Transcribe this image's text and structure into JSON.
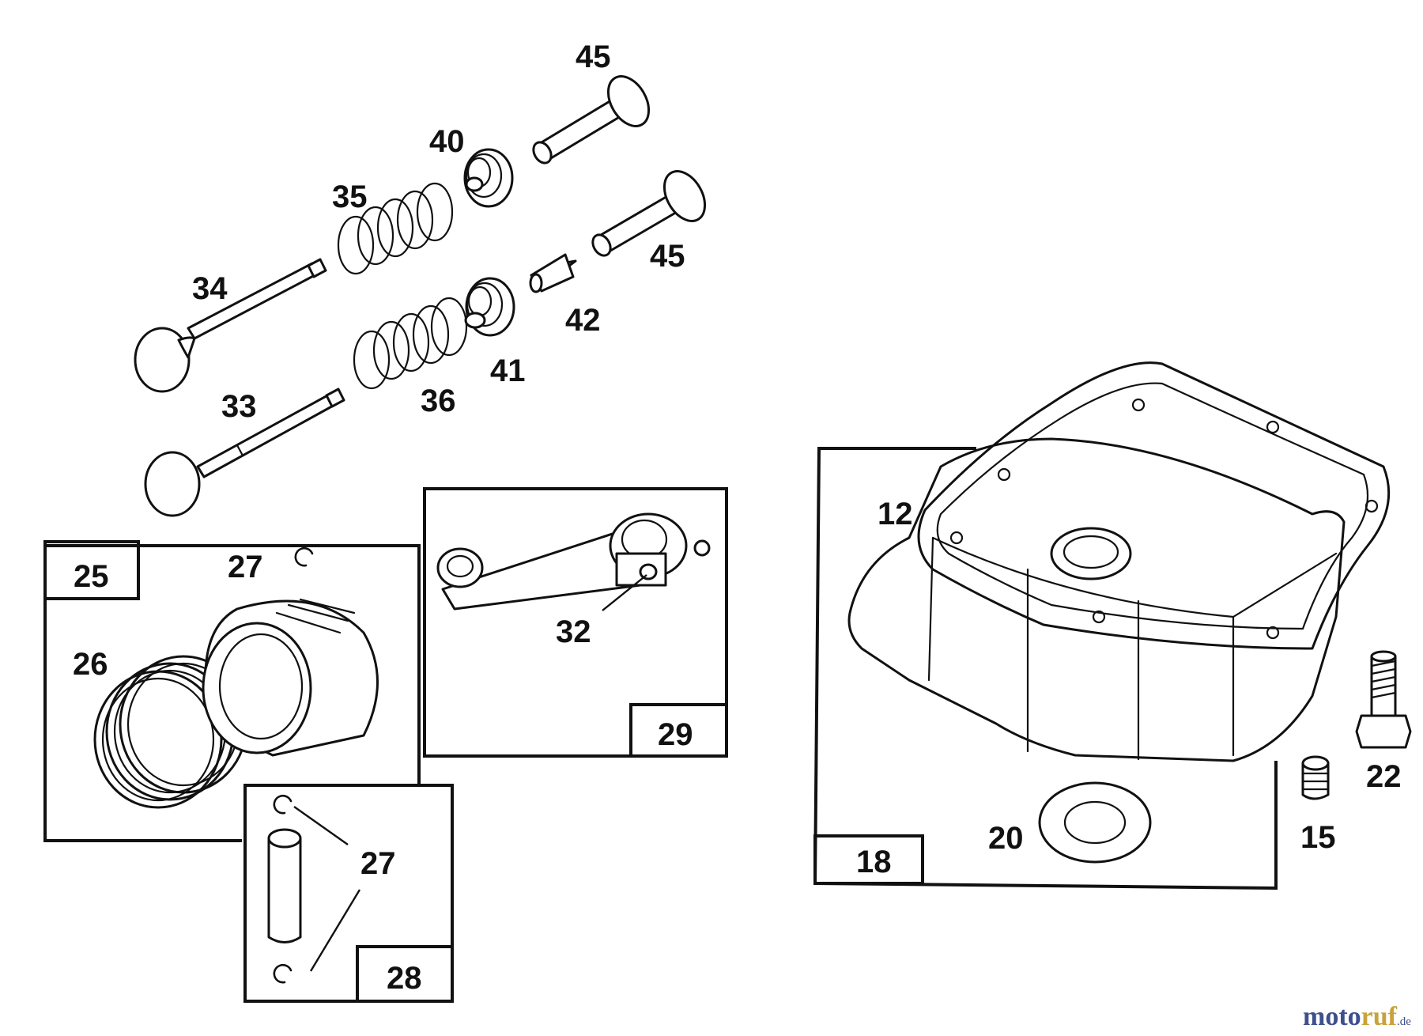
{
  "labels": {
    "l45a": "45",
    "l40": "40",
    "l35": "35",
    "l45b": "45",
    "l34": "34",
    "l42": "42",
    "l41": "41",
    "l36": "36",
    "l33": "33",
    "l25": "25",
    "l27a": "27",
    "l26": "26",
    "l32": "32",
    "l29": "29",
    "l27b": "27",
    "l28": "28",
    "l12": "12",
    "l18": "18",
    "l20": "20",
    "l22": "22",
    "l15": "15"
  },
  "watermark": {
    "part1": "moto",
    "part2": "ruf",
    "part3": ".de"
  },
  "colors": {
    "ink": "#111111",
    "watermark_blue": "#3d4f8c",
    "watermark_gold": "#c8a23a"
  }
}
